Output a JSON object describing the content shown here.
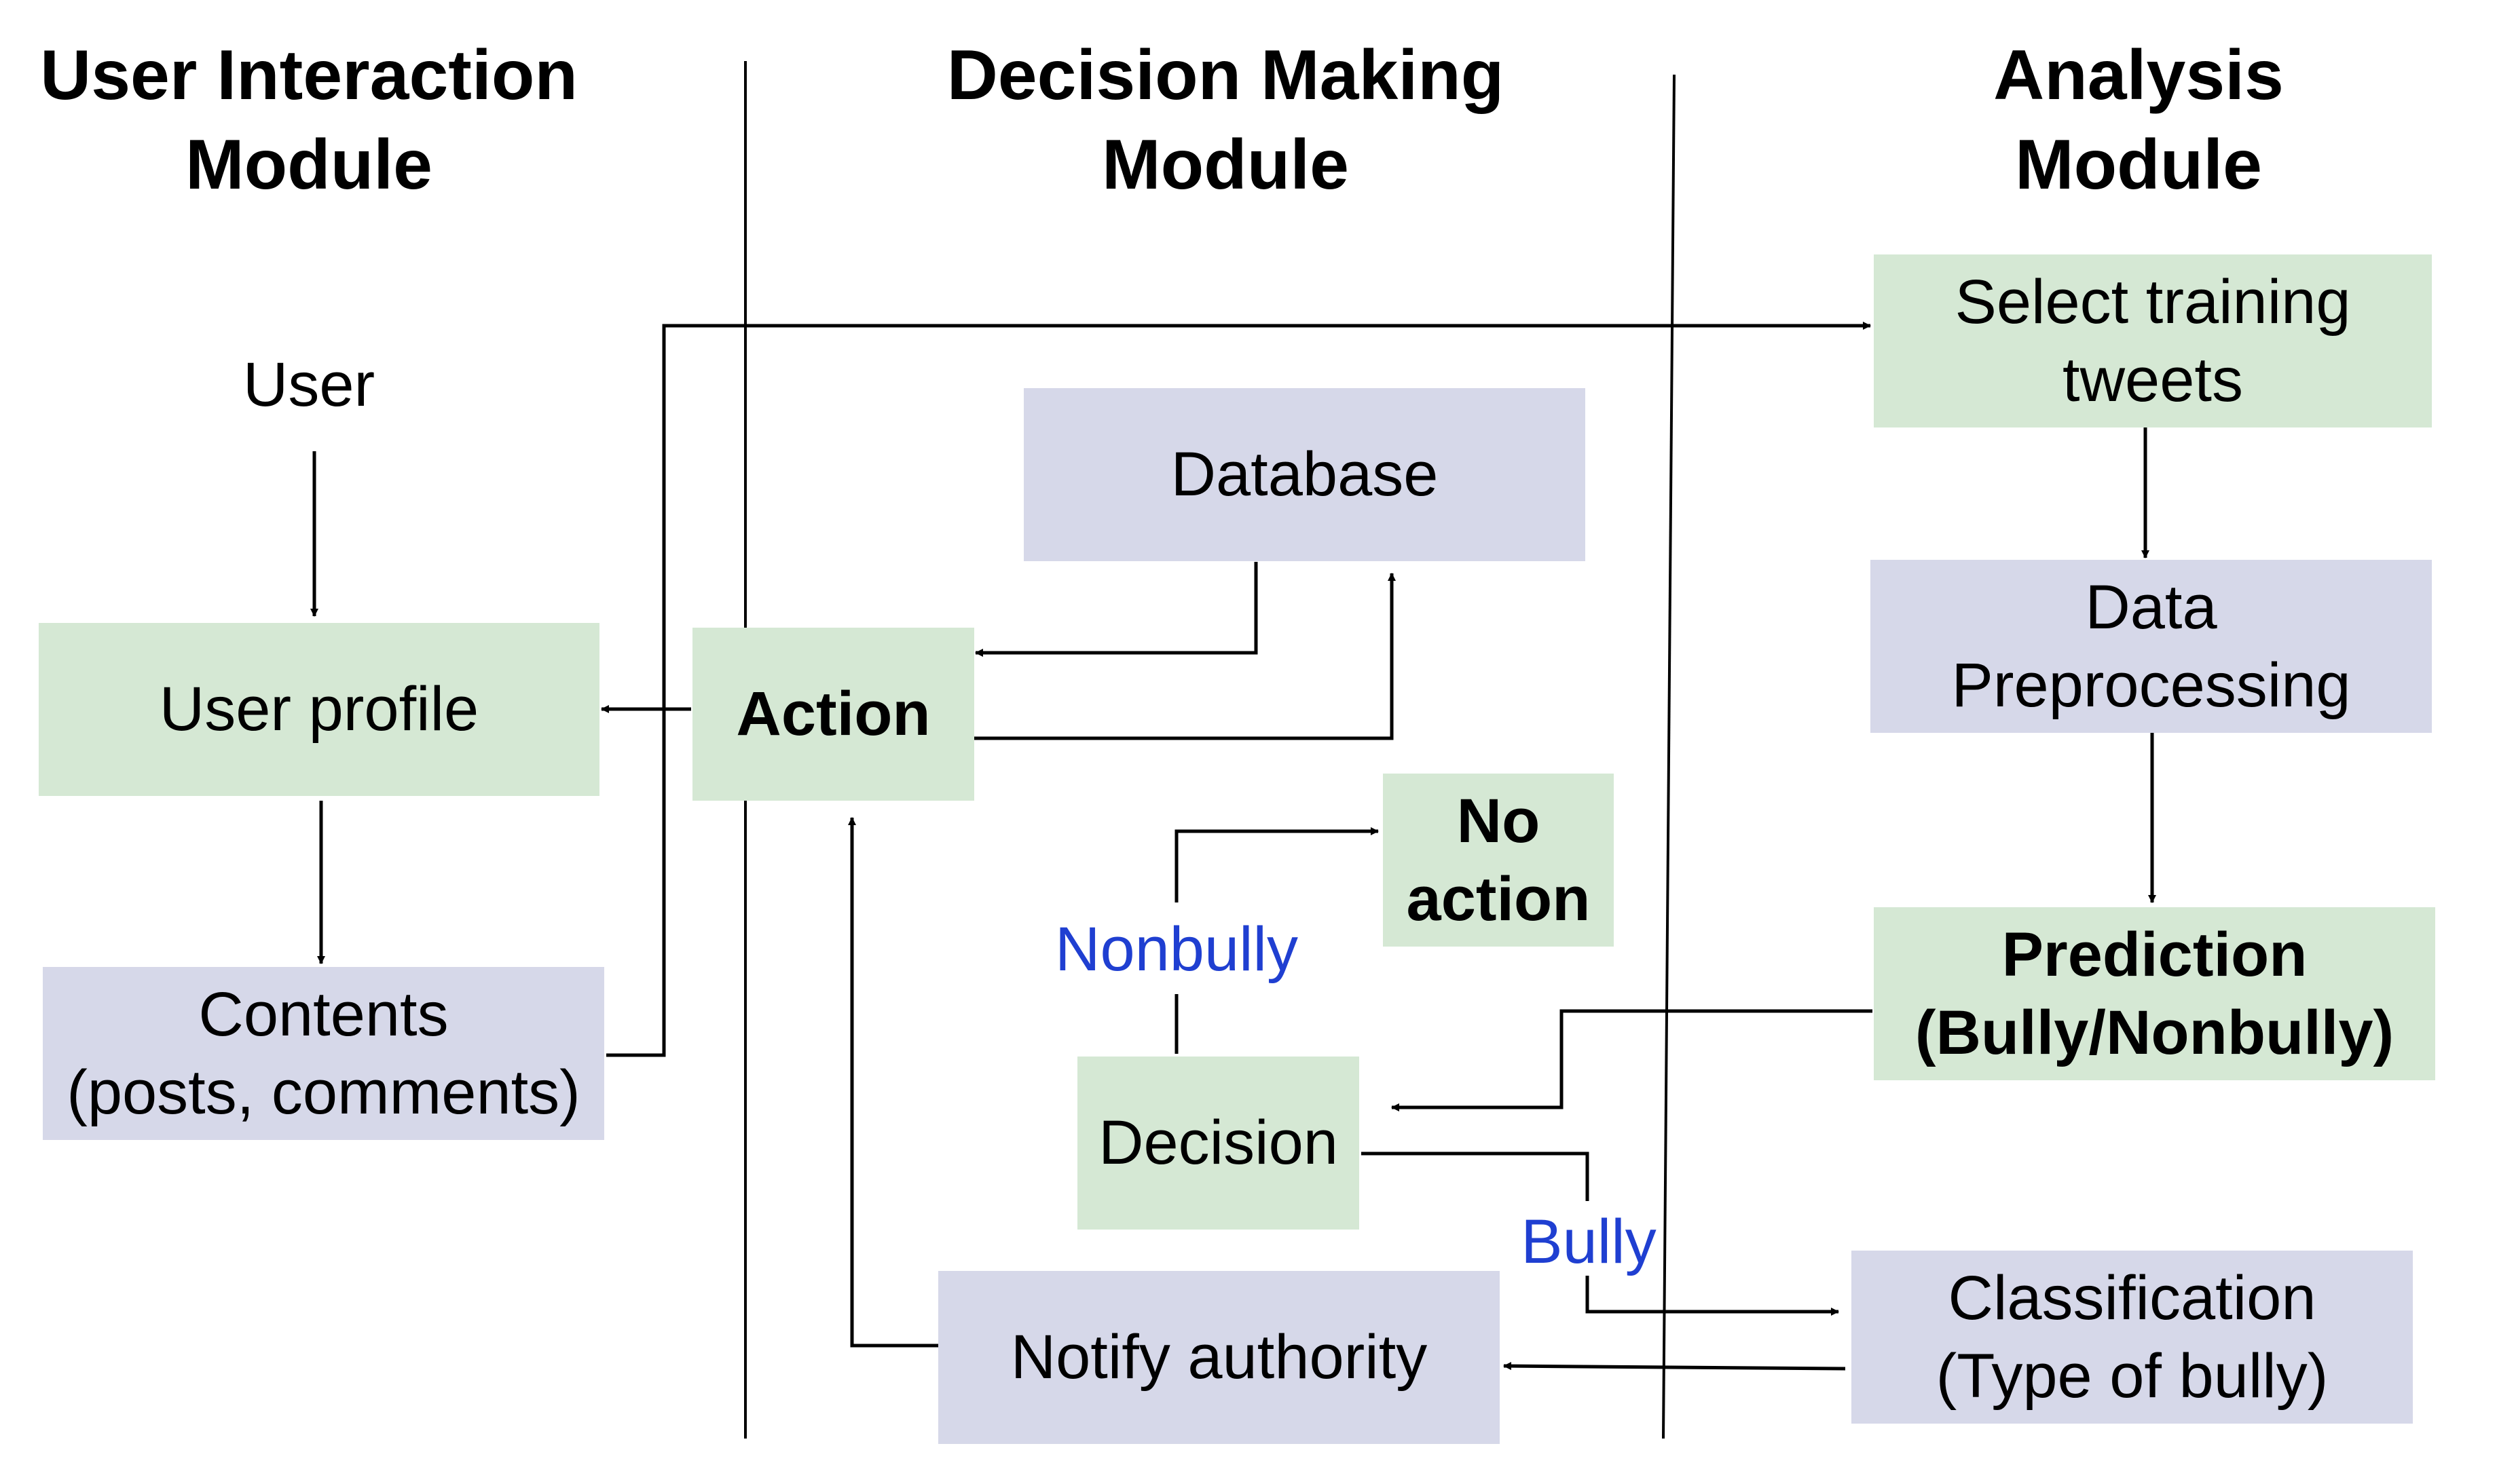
{
  "columns": {
    "user_interaction": "User Interaction\nModule",
    "decision_making": "Decision Making\nModule",
    "analysis": "Analysis\nModule"
  },
  "nodes": {
    "user": "User",
    "user_profile": "User profile",
    "contents": "Contents\n(posts, comments)",
    "action": "Action",
    "database": "Database",
    "no_action": "No\naction",
    "decision": "Decision",
    "notify_authority": "Notify authority",
    "select_training": "Select training\ntweets",
    "data_preprocessing": "Data\nPreprocessing",
    "prediction": "Prediction\n(Bully/Nonbully)",
    "classification": "Classification\n(Type of bully)"
  },
  "edge_labels": {
    "nonbully": "Nonbully",
    "bully": "Bully"
  },
  "colors": {
    "green_fill": "#d5e8d4",
    "lavender_fill": "#d6d8e9",
    "edge_label": "#1f3fd1"
  }
}
